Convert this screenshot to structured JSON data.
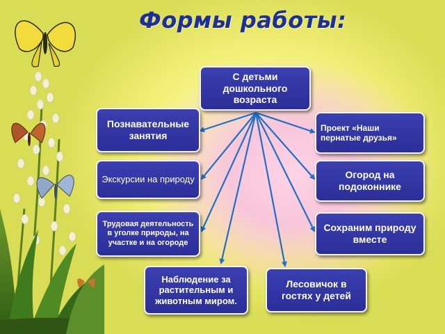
{
  "title": "Формы работы:",
  "center": "С детьми дошкольного возраста",
  "left": [
    "Познавательные занятия",
    "Экскурсии на природу",
    "Трудовая деятельность в уголке природы, на участке и на огороде"
  ],
  "right": [
    "Проект «Наши пернатые друзья»",
    "Огород на подоконнике",
    "Сохраним природу вместе"
  ],
  "bottom": [
    "Наблюдение за растительным и животным миром.",
    "Лесовичок в гостях у детей"
  ],
  "colors": {
    "title": "#1e2f9a",
    "box": "#2f32a0",
    "arrow": "#1f6fc6"
  }
}
